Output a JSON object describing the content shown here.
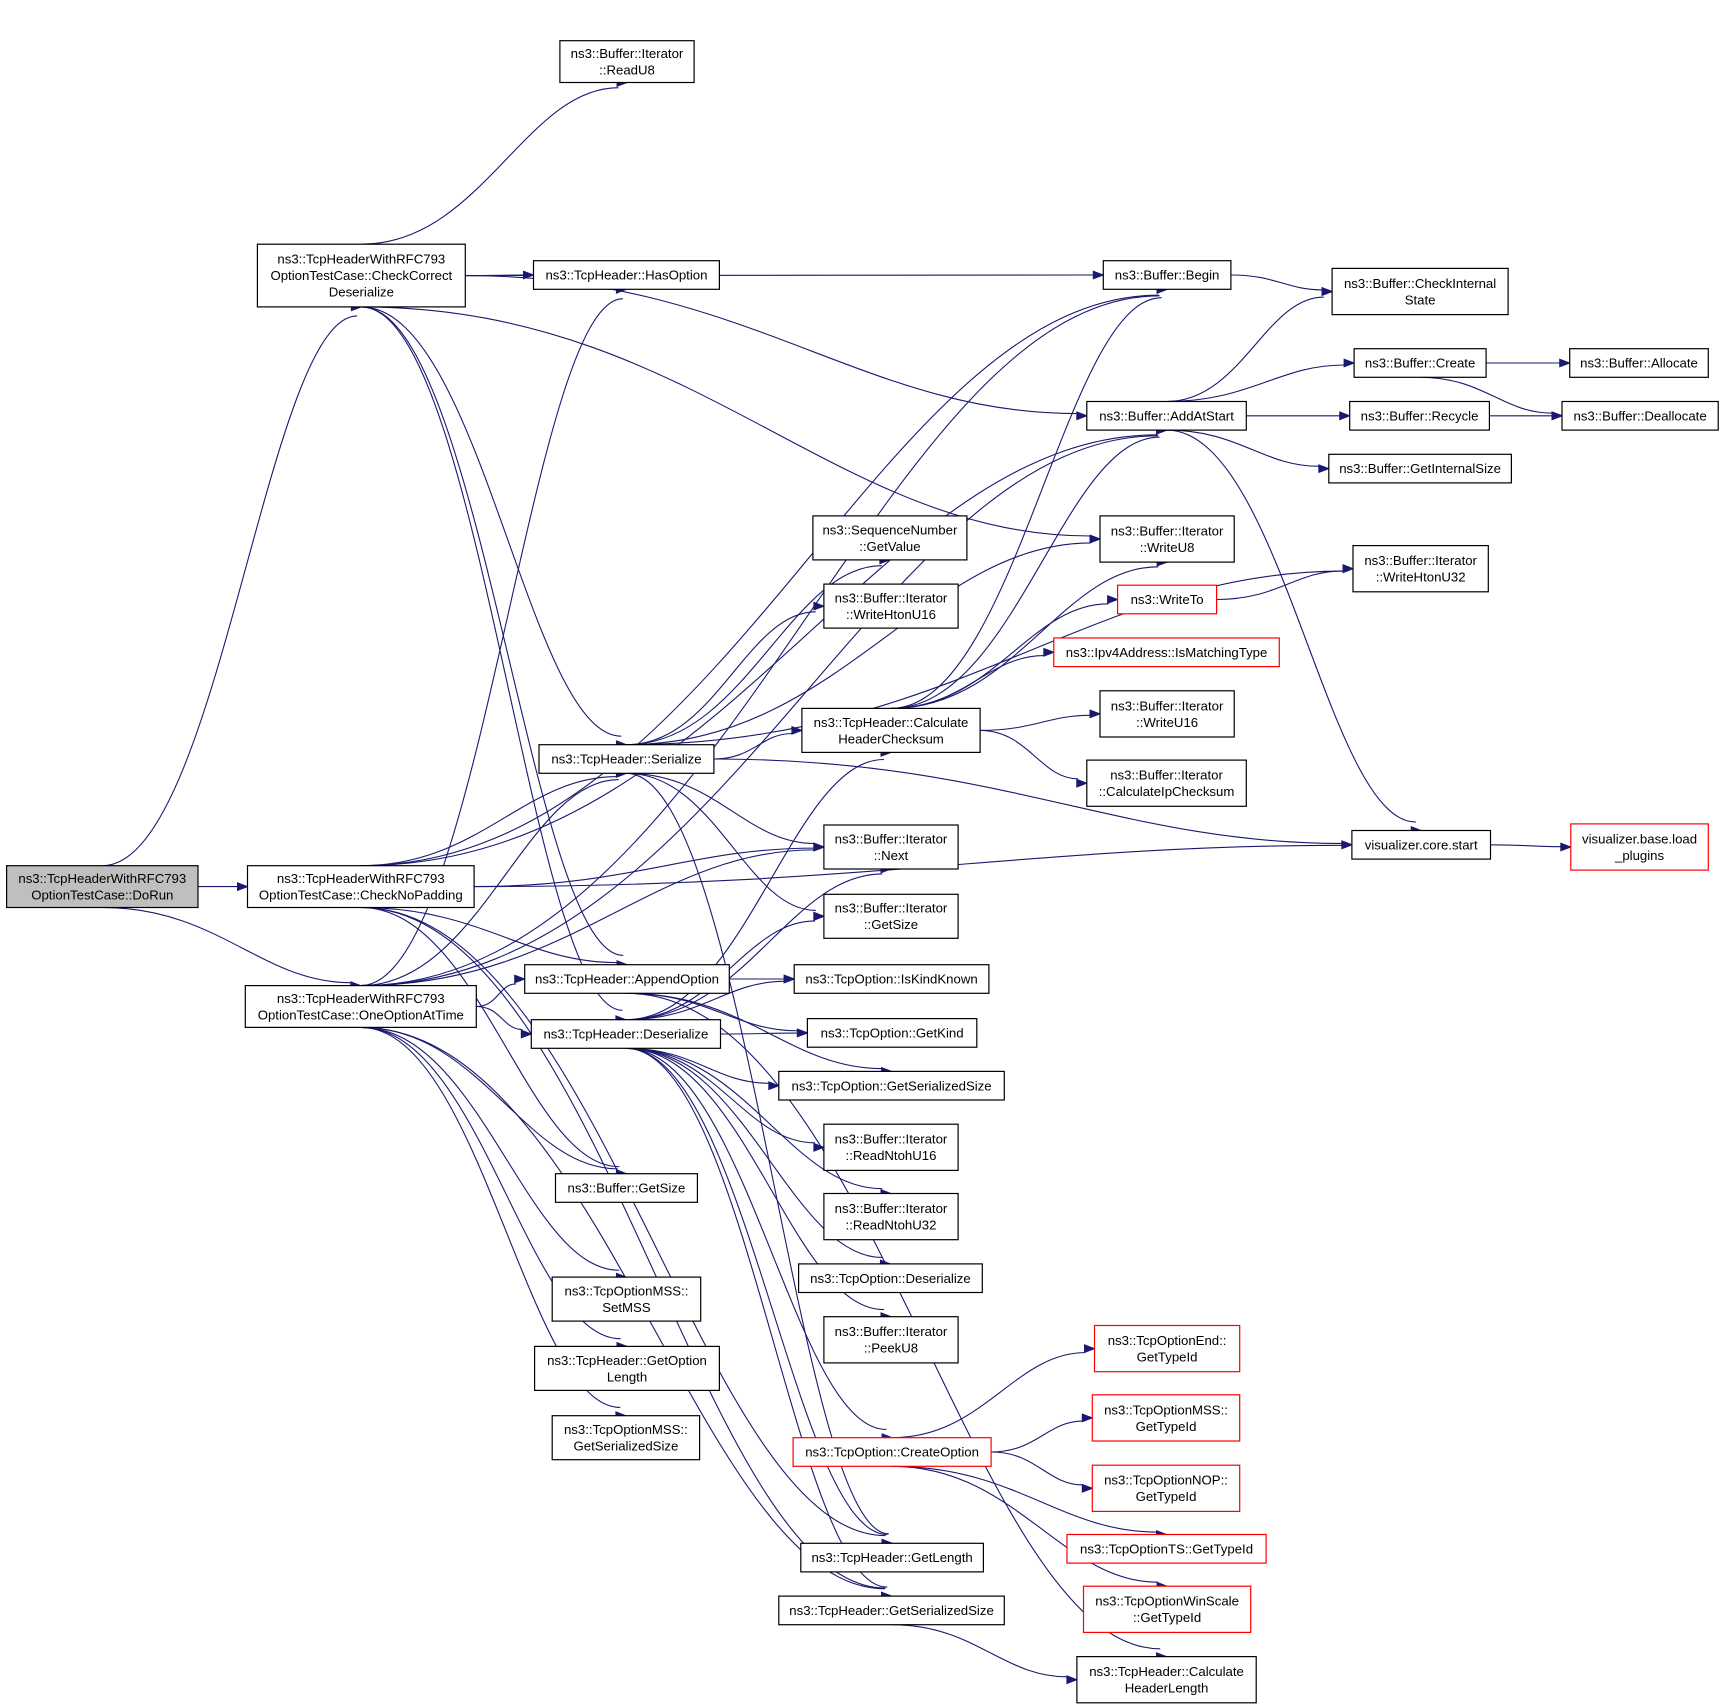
{
  "colors": {
    "edge": "#191970",
    "node_border": "#000000",
    "external_border": "#ff0000",
    "root_fill": "#bfbfbf"
  },
  "nodes": {
    "doRun": {
      "lines": [
        "ns3::TcpHeaderWithRFC793",
        "OptionTestCase::DoRun"
      ],
      "style": "root"
    },
    "checkCorrect": {
      "lines": [
        "ns3::TcpHeaderWithRFC793",
        "OptionTestCase::CheckCorrect",
        "Deserialize"
      ]
    },
    "checkNoPadding": {
      "lines": [
        "ns3::TcpHeaderWithRFC793",
        "OptionTestCase::CheckNoPadding"
      ]
    },
    "oneOption": {
      "lines": [
        "ns3::TcpHeaderWithRFC793",
        "OptionTestCase::OneOptionAtTime"
      ]
    },
    "readU8": {
      "lines": [
        "ns3::Buffer::Iterator",
        "::ReadU8"
      ]
    },
    "hasOption": {
      "lines": [
        "ns3::TcpHeader::HasOption"
      ]
    },
    "serialize": {
      "lines": [
        "ns3::TcpHeader::Serialize"
      ]
    },
    "appendOption": {
      "lines": [
        "ns3::TcpHeader::AppendOption"
      ]
    },
    "deserialize": {
      "lines": [
        "ns3::TcpHeader::Deserialize"
      ]
    },
    "bufGetSize": {
      "lines": [
        "ns3::Buffer::GetSize"
      ]
    },
    "setMSS": {
      "lines": [
        "ns3::TcpOptionMSS::",
        "SetMSS"
      ]
    },
    "getOptionLength": {
      "lines": [
        "ns3::TcpHeader::GetOption",
        "Length"
      ]
    },
    "mssSerSize": {
      "lines": [
        "ns3::TcpOptionMSS::",
        "GetSerializedSize"
      ]
    },
    "seqGetValue": {
      "lines": [
        "ns3::SequenceNumber",
        "::GetValue"
      ]
    },
    "writeHtonU16": {
      "lines": [
        "ns3::Buffer::Iterator",
        "::WriteHtonU16"
      ]
    },
    "calcChecksum": {
      "lines": [
        "ns3::TcpHeader::Calculate",
        "HeaderChecksum"
      ]
    },
    "iterNext": {
      "lines": [
        "ns3::Buffer::Iterator",
        "::Next"
      ]
    },
    "iterGetSize": {
      "lines": [
        "ns3::Buffer::Iterator",
        "::GetSize"
      ]
    },
    "isKindKnown": {
      "lines": [
        "ns3::TcpOption::IsKindKnown"
      ]
    },
    "getKind": {
      "lines": [
        "ns3::TcpOption::GetKind"
      ]
    },
    "optSerSize": {
      "lines": [
        "ns3::TcpOption::GetSerializedSize"
      ]
    },
    "readNtohU16": {
      "lines": [
        "ns3::Buffer::Iterator",
        "::ReadNtohU16"
      ]
    },
    "readNtohU32": {
      "lines": [
        "ns3::Buffer::Iterator",
        "::ReadNtohU32"
      ]
    },
    "optDeserialize": {
      "lines": [
        "ns3::TcpOption::Deserialize"
      ]
    },
    "peekU8": {
      "lines": [
        "ns3::Buffer::Iterator",
        "::PeekU8"
      ]
    },
    "createOption": {
      "lines": [
        "ns3::TcpOption::CreateOption"
      ],
      "style": "red"
    },
    "getLength": {
      "lines": [
        "ns3::TcpHeader::GetLength"
      ]
    },
    "hdrSerSize": {
      "lines": [
        "ns3::TcpHeader::GetSerializedSize"
      ]
    },
    "bufBegin": {
      "lines": [
        "ns3::Buffer::Begin"
      ]
    },
    "addAtStart": {
      "lines": [
        "ns3::Buffer::AddAtStart"
      ]
    },
    "writeU8": {
      "lines": [
        "ns3::Buffer::Iterator",
        "::WriteU8"
      ]
    },
    "writeTo": {
      "lines": [
        "ns3::WriteTo"
      ],
      "style": "red"
    },
    "isMatchingType": {
      "lines": [
        "ns3::Ipv4Address::IsMatchingType"
      ],
      "style": "red"
    },
    "writeU16": {
      "lines": [
        "ns3::Buffer::Iterator",
        "::WriteU16"
      ]
    },
    "calcIpChecksum": {
      "lines": [
        "ns3::Buffer::Iterator",
        "::CalculateIpChecksum"
      ]
    },
    "endTypeId": {
      "lines": [
        "ns3::TcpOptionEnd::",
        "GetTypeId"
      ],
      "style": "red"
    },
    "mssTypeId": {
      "lines": [
        "ns3::TcpOptionMSS::",
        "GetTypeId"
      ],
      "style": "red"
    },
    "nopTypeId": {
      "lines": [
        "ns3::TcpOptionNOP::",
        "GetTypeId"
      ],
      "style": "red"
    },
    "tsTypeId": {
      "lines": [
        "ns3::TcpOptionTS::GetTypeId"
      ],
      "style": "red"
    },
    "winScaleTypeId": {
      "lines": [
        "ns3::TcpOptionWinScale",
        "::GetTypeId"
      ],
      "style": "red"
    },
    "calcHeaderLength": {
      "lines": [
        "ns3::TcpHeader::Calculate",
        "HeaderLength"
      ]
    },
    "checkInternal": {
      "lines": [
        "ns3::Buffer::CheckInternal",
        "State"
      ]
    },
    "bufCreate": {
      "lines": [
        "ns3::Buffer::Create"
      ]
    },
    "bufRecycle": {
      "lines": [
        "ns3::Buffer::Recycle"
      ]
    },
    "getInternalSize": {
      "lines": [
        "ns3::Buffer::GetInternalSize"
      ]
    },
    "writeHtonU32": {
      "lines": [
        "ns3::Buffer::Iterator",
        "::WriteHtonU32"
      ]
    },
    "vizStart": {
      "lines": [
        "visualizer.core.start"
      ]
    },
    "bufAllocate": {
      "lines": [
        "ns3::Buffer::Allocate"
      ]
    },
    "bufDeallocate": {
      "lines": [
        "ns3::Buffer::Deallocate"
      ]
    },
    "vizLoadPlugins": {
      "lines": [
        "visualizer.base.load",
        "_plugins"
      ],
      "style": "red"
    }
  },
  "edges": [
    [
      "doRun",
      "checkCorrect"
    ],
    [
      "doRun",
      "checkNoPadding"
    ],
    [
      "doRun",
      "oneOption"
    ],
    [
      "checkCorrect",
      "readU8"
    ],
    [
      "checkCorrect",
      "bufBegin"
    ],
    [
      "checkCorrect",
      "hasOption"
    ],
    [
      "checkCorrect",
      "addAtStart"
    ],
    [
      "checkCorrect",
      "writeU8"
    ],
    [
      "checkCorrect",
      "serialize"
    ],
    [
      "checkCorrect",
      "appendOption"
    ],
    [
      "checkCorrect",
      "deserialize"
    ],
    [
      "checkNoPadding",
      "bufBegin"
    ],
    [
      "checkNoPadding",
      "addAtStart"
    ],
    [
      "checkNoPadding",
      "serialize"
    ],
    [
      "checkNoPadding",
      "appendOption"
    ],
    [
      "checkNoPadding",
      "iterNext"
    ],
    [
      "checkNoPadding",
      "bufGetSize"
    ],
    [
      "checkNoPadding",
      "getLength"
    ],
    [
      "checkNoPadding",
      "hdrSerSize"
    ],
    [
      "checkNoPadding",
      "vizStart"
    ],
    [
      "oneOption",
      "hasOption"
    ],
    [
      "oneOption",
      "addAtStart"
    ],
    [
      "oneOption",
      "bufBegin"
    ],
    [
      "oneOption",
      "serialize"
    ],
    [
      "oneOption",
      "appendOption"
    ],
    [
      "oneOption",
      "deserialize"
    ],
    [
      "oneOption",
      "iterNext"
    ],
    [
      "oneOption",
      "bufGetSize"
    ],
    [
      "oneOption",
      "setMSS"
    ],
    [
      "oneOption",
      "getOptionLength"
    ],
    [
      "oneOption",
      "mssSerSize"
    ],
    [
      "oneOption",
      "hdrSerSize"
    ],
    [
      "serialize",
      "seqGetValue"
    ],
    [
      "serialize",
      "writeHtonU16"
    ],
    [
      "serialize",
      "calcChecksum"
    ],
    [
      "serialize",
      "iterNext"
    ],
    [
      "serialize",
      "iterGetSize"
    ],
    [
      "serialize",
      "writeU8"
    ],
    [
      "serialize",
      "writeHtonU32"
    ],
    [
      "serialize",
      "vizStart"
    ],
    [
      "serialize",
      "getLength"
    ],
    [
      "appendOption",
      "isKindKnown"
    ],
    [
      "appendOption",
      "getKind"
    ],
    [
      "appendOption",
      "optSerSize"
    ],
    [
      "appendOption",
      "calcHeaderLength"
    ],
    [
      "deserialize",
      "iterNext"
    ],
    [
      "deserialize",
      "iterGetSize"
    ],
    [
      "deserialize",
      "getKind"
    ],
    [
      "deserialize",
      "optSerSize"
    ],
    [
      "deserialize",
      "readNtohU16"
    ],
    [
      "deserialize",
      "readNtohU32"
    ],
    [
      "deserialize",
      "optDeserialize"
    ],
    [
      "deserialize",
      "peekU8"
    ],
    [
      "deserialize",
      "createOption"
    ],
    [
      "deserialize",
      "getLength"
    ],
    [
      "deserialize",
      "hdrSerSize"
    ],
    [
      "deserialize",
      "calcChecksum"
    ],
    [
      "deserialize",
      "isKindKnown"
    ],
    [
      "calcChecksum",
      "bufBegin"
    ],
    [
      "calcChecksum",
      "addAtStart"
    ],
    [
      "calcChecksum",
      "writeU8"
    ],
    [
      "calcChecksum",
      "writeTo"
    ],
    [
      "calcChecksum",
      "isMatchingType"
    ],
    [
      "calcChecksum",
      "writeU16"
    ],
    [
      "calcChecksum",
      "calcIpChecksum"
    ],
    [
      "createOption",
      "endTypeId"
    ],
    [
      "createOption",
      "mssTypeId"
    ],
    [
      "createOption",
      "nopTypeId"
    ],
    [
      "createOption",
      "tsTypeId"
    ],
    [
      "createOption",
      "winScaleTypeId"
    ],
    [
      "hdrSerSize",
      "calcHeaderLength"
    ],
    [
      "bufBegin",
      "checkInternal"
    ],
    [
      "addAtStart",
      "checkInternal"
    ],
    [
      "addAtStart",
      "bufCreate"
    ],
    [
      "addAtStart",
      "bufRecycle"
    ],
    [
      "addAtStart",
      "getInternalSize"
    ],
    [
      "addAtStart",
      "vizStart"
    ],
    [
      "bufCreate",
      "bufAllocate"
    ],
    [
      "bufCreate",
      "bufDeallocate"
    ],
    [
      "bufRecycle",
      "bufDeallocate"
    ],
    [
      "writeTo",
      "writeHtonU32"
    ],
    [
      "vizStart",
      "vizLoadPlugins"
    ]
  ]
}
